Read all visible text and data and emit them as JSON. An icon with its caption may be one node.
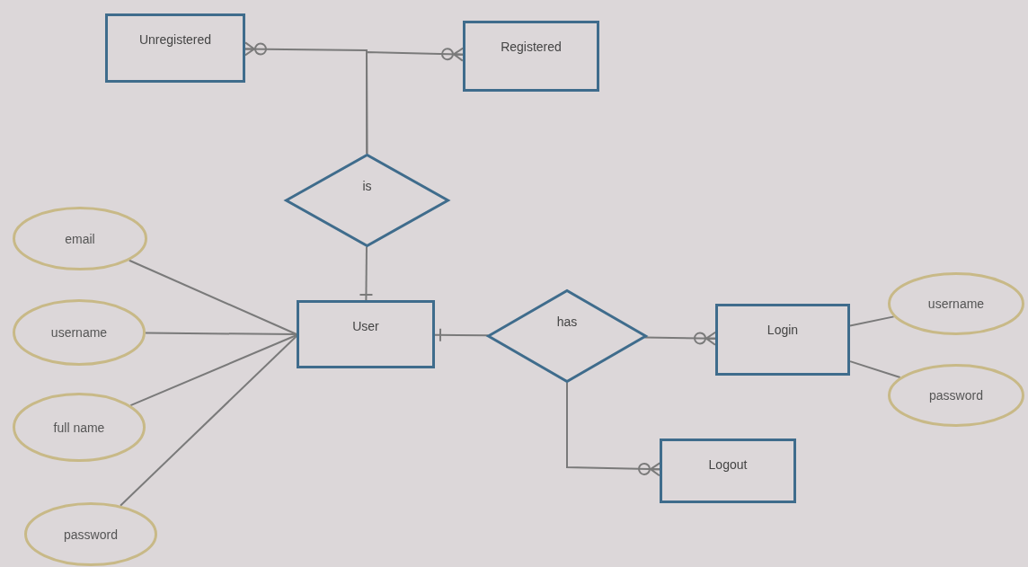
{
  "diagram": {
    "nodes": [
      {
        "text": [
          "Unregistered"
        ]
      },
      {
        "text": [
          "Registered"
        ]
      },
      {
        "text": [
          "is"
        ]
      },
      {
        "text": [
          "email"
        ]
      },
      {
        "text": [
          "username"
        ]
      },
      {
        "text": [
          "full name"
        ]
      },
      {
        "text": [
          "password"
        ]
      },
      {
        "text": [
          "User"
        ]
      },
      {
        "text": [
          "has"
        ]
      },
      {
        "text": [
          "Login"
        ]
      },
      {
        "text": [
          "username"
        ]
      },
      {
        "text": [
          "password"
        ]
      },
      {
        "text": [
          "Logout"
        ]
      }
    ],
    "edges": [
      {
        "from": 2,
        "to": 0,
        "arrow": "other"
      },
      {
        "from": 2,
        "to": 1,
        "arrow": "other"
      },
      {
        "from": 2,
        "to": 7,
        "arrow": "other"
      },
      {
        "from": 7,
        "to": 8,
        "arrow": "other"
      },
      {
        "from": 8,
        "to": 9,
        "arrow": "other"
      },
      {
        "from": 8,
        "to": 12,
        "arrow": "other"
      },
      {
        "from": 3,
        "to": 7,
        "arrow": "none"
      },
      {
        "from": 4,
        "to": 7,
        "arrow": "none"
      },
      {
        "from": 5,
        "to": 7,
        "arrow": "none"
      },
      {
        "from": 6,
        "to": 7,
        "arrow": "none"
      },
      {
        "from": 9,
        "to": 10,
        "arrow": "none"
      },
      {
        "from": 9,
        "to": 11,
        "arrow": "none"
      }
    ]
  }
}
